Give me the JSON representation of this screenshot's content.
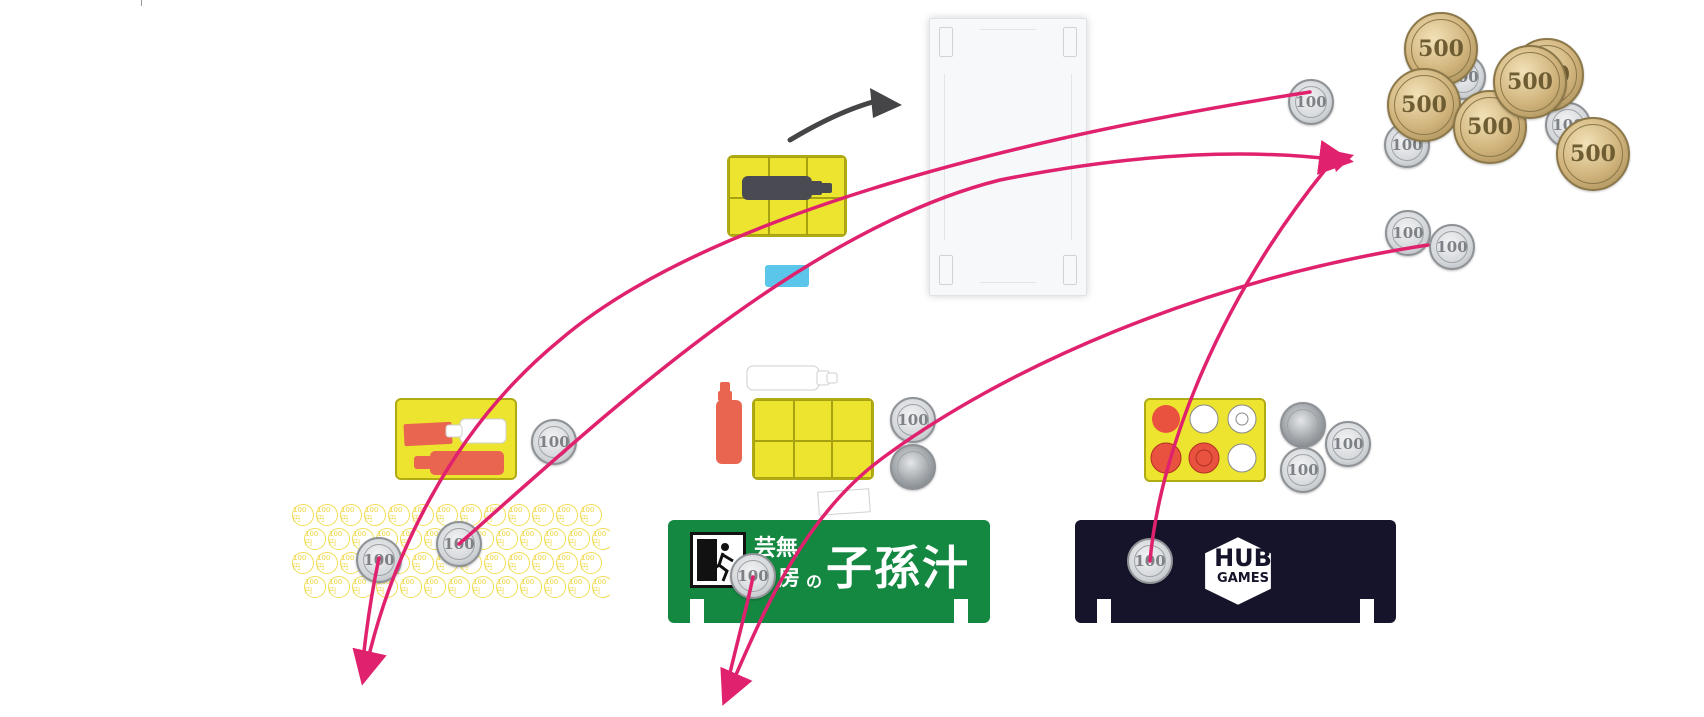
{
  "scene": {
    "publisher_banner_green": {
      "top_left_label": "芸無",
      "bottom_left_label": "房",
      "particle": "の",
      "title": "子孫汁",
      "exit_icon": "emergency-exit-icon"
    },
    "publisher_banner_dark": {
      "logo_line1": "HUB",
      "logo_line2": "GAMES"
    },
    "coin_labels": {
      "hundred": "100",
      "five_hundred": "500"
    },
    "pattern_label": "100円",
    "colors": {
      "tray_yellow": "#ece42f",
      "arrow_pink": "#e0226e",
      "arrow_gray": "#454548",
      "bottle_dark": "#4a4a52",
      "chip_blue": "#5bc6ea",
      "bottle_red": "#ea6550",
      "banner_green": "#148840",
      "banner_navy": "#15142a"
    }
  }
}
